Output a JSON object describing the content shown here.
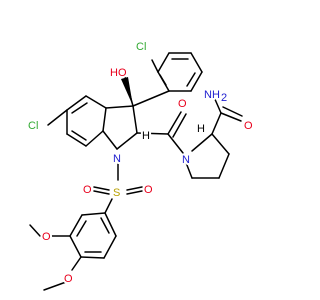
{
  "colors": {
    "carbon": "#000000",
    "chlorine": "#33aa33",
    "oxygen": "#e8001c",
    "nitrogen": "#2020d0",
    "sulfur": "#b8a000"
  },
  "labels": {
    "cl_top": "Cl",
    "cl_left": "Cl",
    "ho": "HO",
    "h_c2": "H",
    "h_proline": "H",
    "n_indoline": "N",
    "n_proline": "N",
    "nh2": "NH",
    "nh2_sub": "2",
    "o_carbonyl": "O",
    "o_amide": "O",
    "s": "S",
    "o_s_left": "O",
    "o_s_right": "O",
    "o_methoxy_upper": "O",
    "o_methoxy_lower": "O"
  }
}
